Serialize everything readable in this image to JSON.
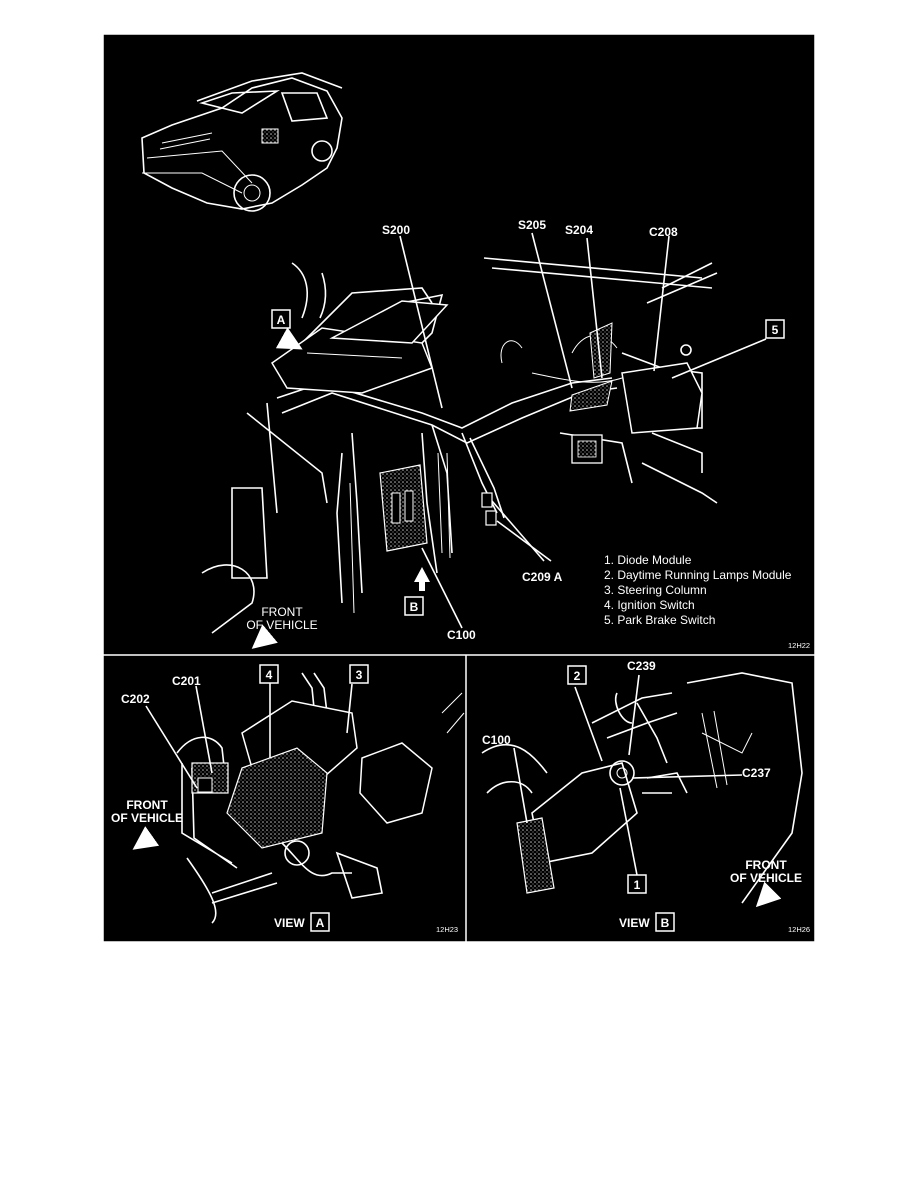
{
  "main_view": {
    "callouts": {
      "s200": "S200",
      "s205": "S205",
      "s204": "S204",
      "c208": "C208",
      "c209a": "C209 A",
      "c100": "C100"
    },
    "view_markers": {
      "a": "A",
      "b": "B"
    },
    "item_marker_5": "5",
    "front_of_vehicle_line1": "FRONT",
    "front_of_vehicle_line2": "OF VEHICLE",
    "legend": [
      "1.  Diode Module",
      "2.  Daytime Running Lamps Module",
      "3.  Steering Column",
      "4.  Ignition Switch",
      "5.  Park Brake Switch"
    ],
    "figure_code": "12H22"
  },
  "view_a": {
    "callouts": {
      "c201": "C201",
      "c202": "C202"
    },
    "item_markers": {
      "four": "4",
      "three": "3"
    },
    "front_of_vehicle_line1": "FRONT",
    "front_of_vehicle_line2": "OF VEHICLE",
    "view_label": "VIEW",
    "view_letter": "A",
    "figure_code": "12H23"
  },
  "view_b": {
    "callouts": {
      "c239": "C239",
      "c100": "C100",
      "c237": "C237"
    },
    "item_markers": {
      "two": "2",
      "one": "1"
    },
    "front_of_vehicle_line1": "FRONT",
    "front_of_vehicle_line2": "OF VEHICLE",
    "view_label": "VIEW",
    "view_letter": "B",
    "figure_code": "12H26"
  },
  "colors": {
    "background": "#000000",
    "line": "#ffffff",
    "page": "#ffffff"
  }
}
